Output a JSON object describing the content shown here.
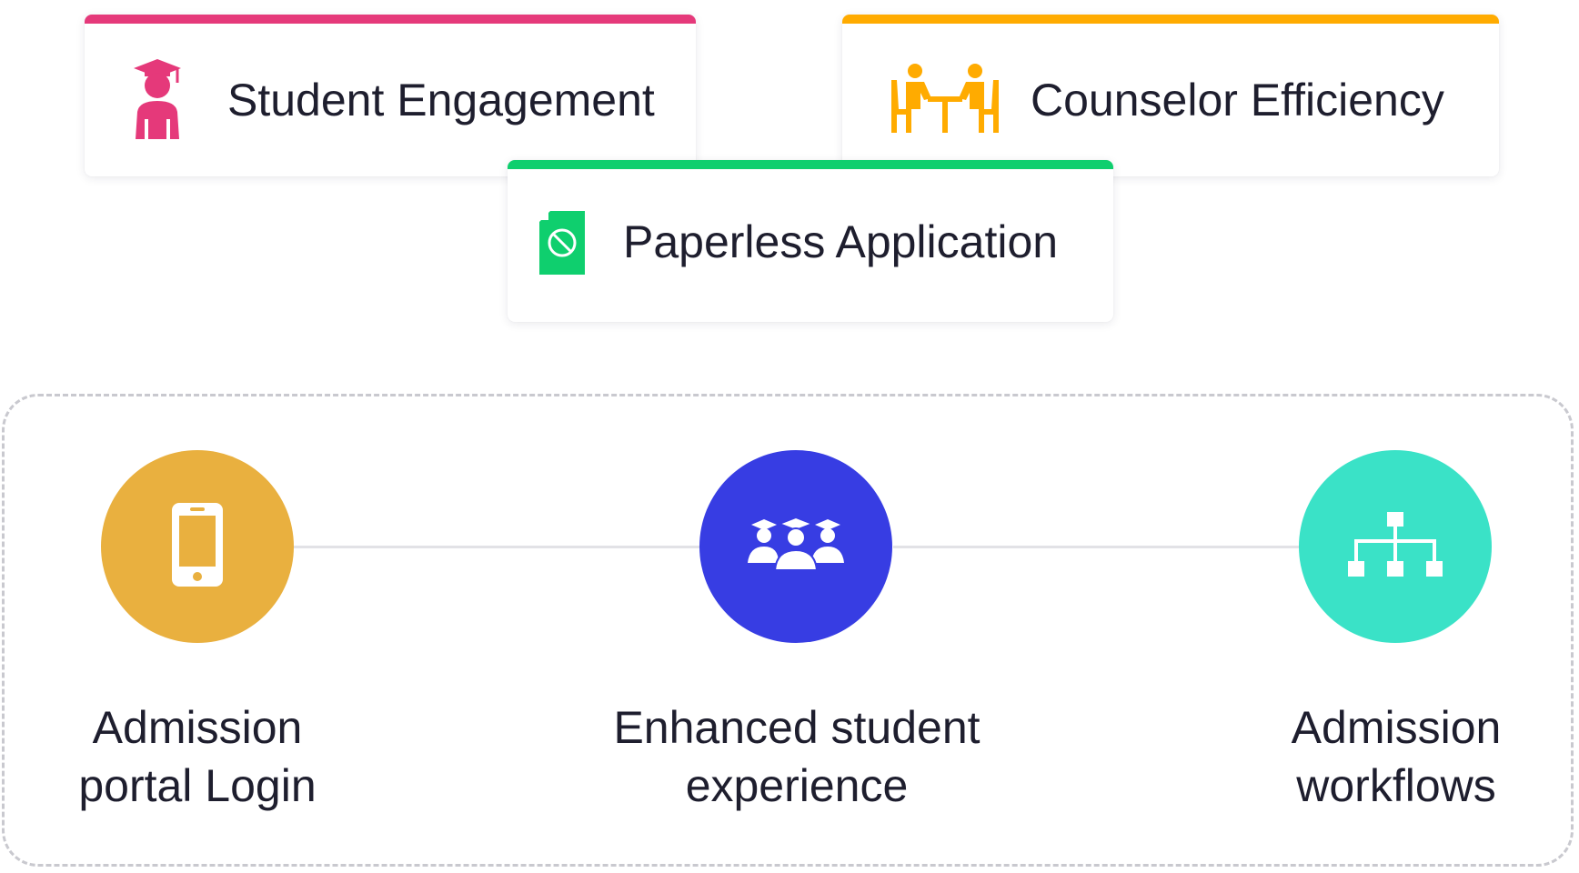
{
  "top_cards": [
    {
      "label": "Student Engagement",
      "accent": "#e5397a",
      "icon": "student-graduate-icon"
    },
    {
      "label": "Counselor Efficiency",
      "accent": "#ffab00",
      "icon": "counselor-meeting-icon"
    },
    {
      "label": "Paperless Application",
      "accent": "#0fcf6e",
      "icon": "no-paper-document-icon"
    }
  ],
  "features": [
    {
      "line1": "Admission",
      "line2": "portal Login",
      "color": "#e9b03f",
      "icon": "mobile-phone-icon"
    },
    {
      "line1": "Enhanced student",
      "line2": "experience",
      "color": "#373de3",
      "icon": "graduates-group-icon"
    },
    {
      "line1": "Admission",
      "line2": "workflows",
      "color": "#3ae2c7",
      "icon": "workflow-hierarchy-icon"
    }
  ],
  "colors": {
    "dash_border": "#c9c9cf",
    "connector": "#e2e2e6",
    "text": "#1e1e2e"
  }
}
